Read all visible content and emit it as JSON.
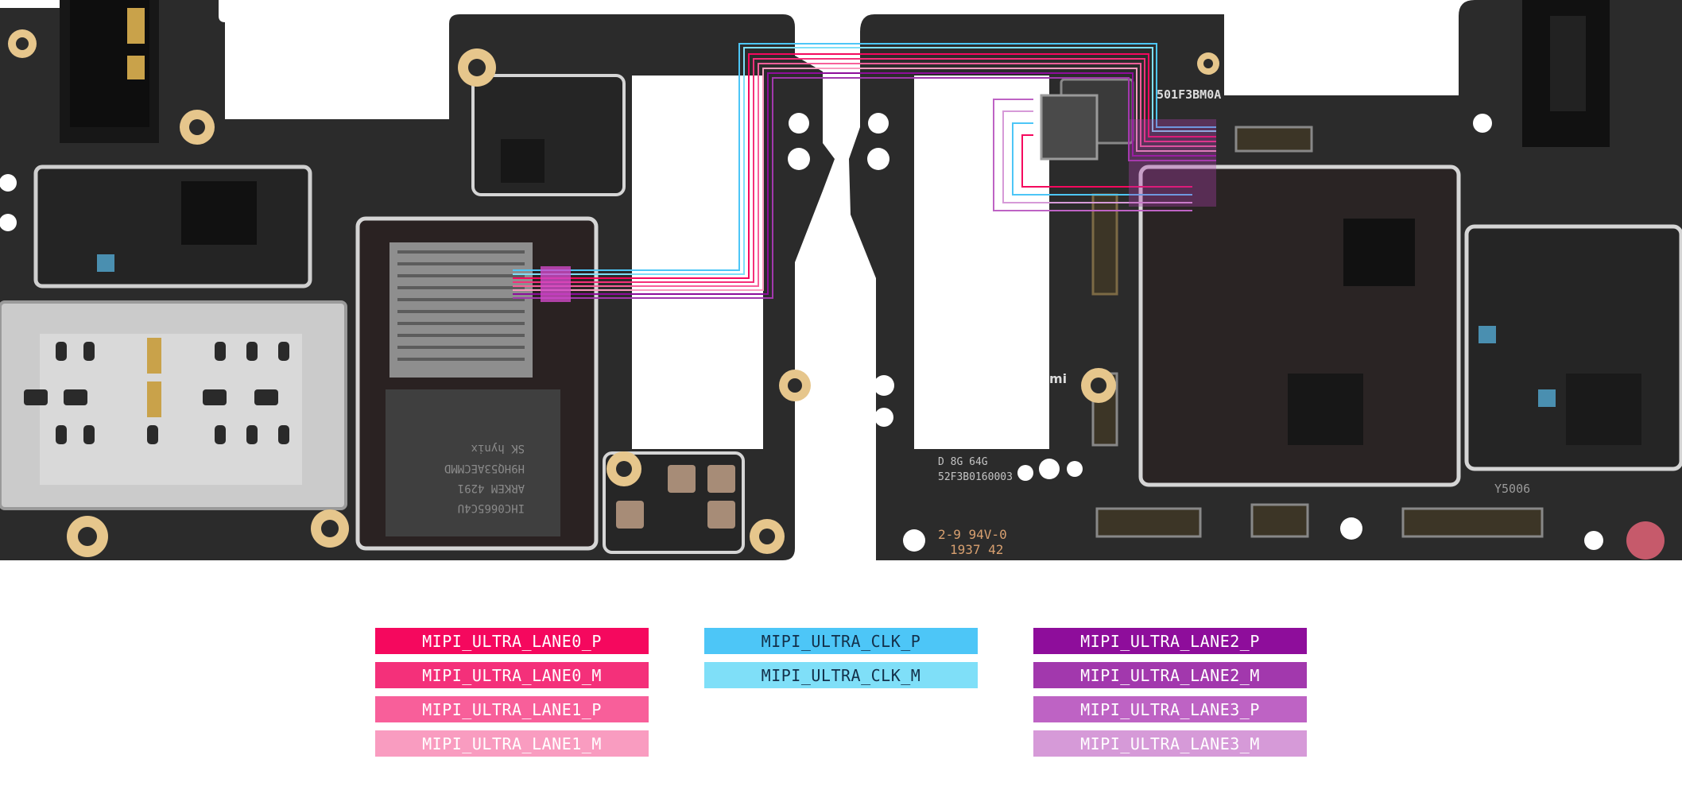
{
  "board": {
    "markings_left": [
      "IHC0665C4U",
      "ARKEM 4291",
      "H9HQ53AECMMD",
      "SK hynix"
    ],
    "markings_right": [
      "501F3BM0A",
      "D 8G 64G",
      "52F3B0160003",
      "2-9 94V-0",
      "1937 42",
      "Y5006",
      "mi"
    ]
  },
  "legend": {
    "columns": [
      {
        "items": [
          {
            "label": "MIPI_ULTRA_LANE0_P",
            "color": "#f5085e"
          },
          {
            "label": "MIPI_ULTRA_LANE0_M",
            "color": "#f4307a"
          },
          {
            "label": "MIPI_ULTRA_LANE1_P",
            "color": "#f85f9a"
          },
          {
            "label": "MIPI_ULTRA_LANE1_M",
            "color": "#f99cc0"
          }
        ]
      },
      {
        "items": [
          {
            "label": "MIPI_ULTRA_CLK_P",
            "color": "#4dc6f7"
          },
          {
            "label": "MIPI_ULTRA_CLK_M",
            "color": "#7fdff8"
          }
        ]
      },
      {
        "items": [
          {
            "label": "MIPI_ULTRA_LANE2_P",
            "color": "#8e0d9b"
          },
          {
            "label": "MIPI_ULTRA_LANE2_M",
            "color": "#a238ad"
          },
          {
            "label": "MIPI_ULTRA_LANE3_P",
            "color": "#be63c4"
          },
          {
            "label": "MIPI_ULTRA_LANE3_M",
            "color": "#d69ad8"
          }
        ]
      }
    ]
  }
}
